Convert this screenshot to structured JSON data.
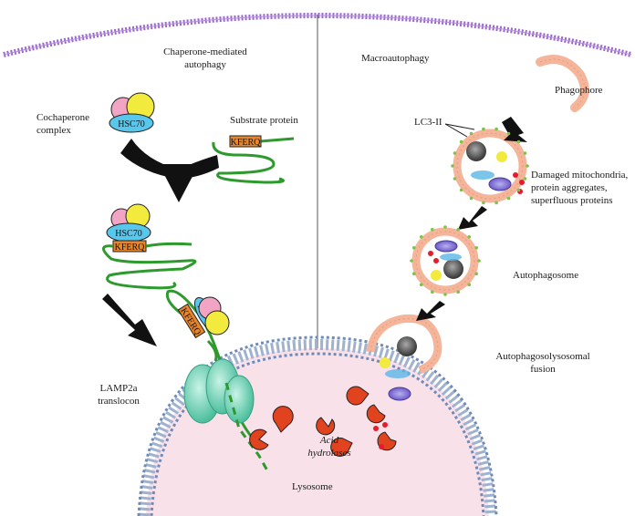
{
  "headings": {
    "cma_line1": "Chaperone-mediated",
    "cma_line2": "autophagy",
    "macro": "Macroautophagy"
  },
  "labels": {
    "cochaperone_line1": "Cochaperone",
    "cochaperone_line2": "complex",
    "substrate": "Substrate protein",
    "lamp_line1": "LAMP2a",
    "lamp_line2": "translocon",
    "acid_line1": "Acid",
    "acid_line2": "hydrolases",
    "lysosome": "Lysosome",
    "phagophore": "Phagophore",
    "lc3": "LC3-II",
    "damaged_line1": "Damaged mitochondria,",
    "damaged_line2": "protein aggregates,",
    "damaged_line3": "superfluous proteins",
    "autophagosome": "Autophagosome",
    "fusion_line1": "Autophagosolysosomal",
    "fusion_line2": "fusion"
  },
  "tags": {
    "hsc70": "HSC70",
    "kferq": "KFERQ"
  },
  "colors": {
    "membrane": "#9966cc",
    "hsc70": "#59c6ec",
    "kferq": "#e8862c",
    "chain": "#2e9a2e",
    "hydrolase": "#e2431f",
    "lysosome_fill": "#f9e1ea",
    "lamp": "#6fd6b8",
    "vesicle": "#f4b59a",
    "arrow": "#111111"
  }
}
